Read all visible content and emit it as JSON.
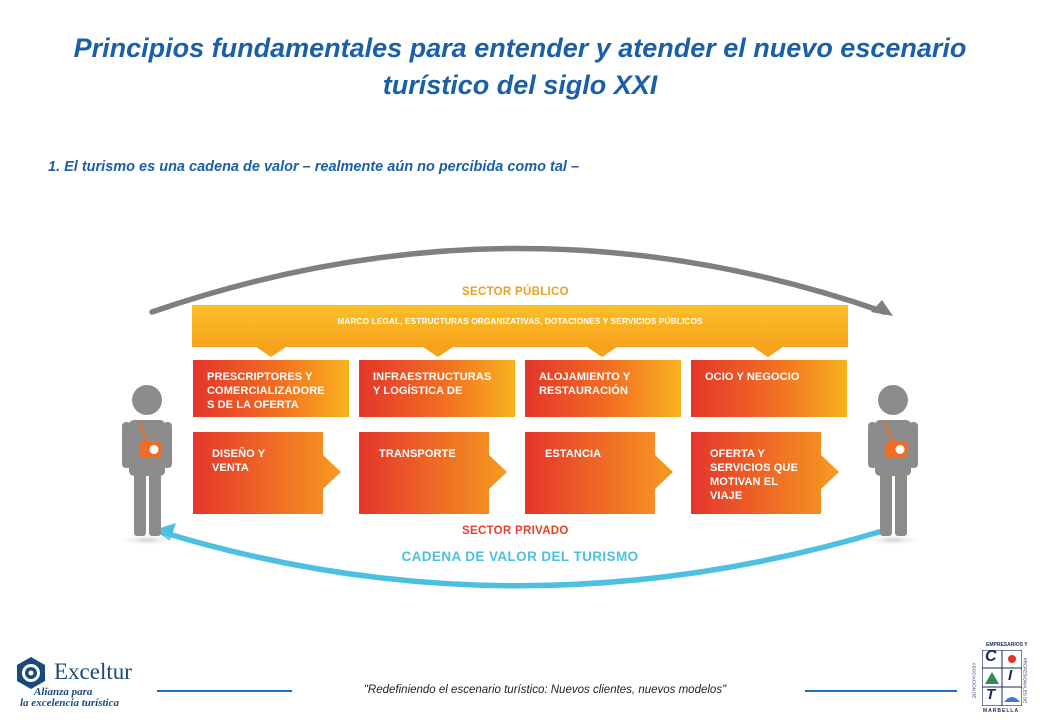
{
  "title": "Principios fundamentales para entender y atender  el nuevo escenario turístico del siglo XXI",
  "subtitle": "1.  El turismo es una cadena de valor – realmente aún no percibida como tal –",
  "diagram": {
    "sector_publico": "SECTOR PÚBLICO",
    "banner": "MARCO LEGAL, ESTRUCTURAS ORGANIZATIVAS, DOTACIONES Y SERVICIOS PÚBLICOS",
    "top_boxes": [
      {
        "l1": "PRESCRIPTORES Y",
        "l2": "COMERCIALIZADORE",
        "l3": "S DE LA OFERTA"
      },
      {
        "l1": "INFRAESTRUCTURAS",
        "l2": "Y LOGÍSTICA DE",
        "l3": ""
      },
      {
        "l1": "ALOJAMIENTO Y",
        "l2": "RESTAURACIÓN",
        "l3": ""
      },
      {
        "l1": "OCIO Y NEGOCIO",
        "l2": "",
        "l3": ""
      }
    ],
    "bottom_boxes": [
      {
        "l1": "DISEÑO Y",
        "l2": "VENTA",
        "l3": "",
        "l4": ""
      },
      {
        "l1": "TRANSPORTE",
        "l2": "",
        "l3": "",
        "l4": ""
      },
      {
        "l1": "ESTANCIA",
        "l2": "",
        "l3": "",
        "l4": ""
      },
      {
        "l1": "OFERTA Y",
        "l2": "SERVICIOS QUE",
        "l3": "MOTIVAN EL",
        "l4": "VIAJE"
      }
    ],
    "sector_privado": "SECTOR PRIVADO",
    "cadena": "CADENA DE VALOR DEL TURISMO"
  },
  "footer": {
    "text": "\"Redefiniendo  el  escenario turístico: Nuevos clientes, nuevos modelos\"",
    "logo_left_name": "Exceltur",
    "logo_left_tag1": "Alianza para",
    "logo_left_tag2": "la excelencia turística",
    "logo_right_top": "EMPRESARIOS Y",
    "logo_right_side1": "ASOCIACIÓN DE",
    "logo_right_side2": "PROFESIONALES DE",
    "logo_right_c": "C",
    "logo_right_i": "I",
    "logo_right_t": "T",
    "logo_right_city": "MARBELLA"
  },
  "colors": {
    "title_blue": "#1a5fa8",
    "orange": "#f5a51e",
    "red": "#e4352a",
    "arrow_gray": "#7f7f7f",
    "arrow_cyan": "#4cc0e0",
    "person_gray": "#8c8c8c"
  }
}
